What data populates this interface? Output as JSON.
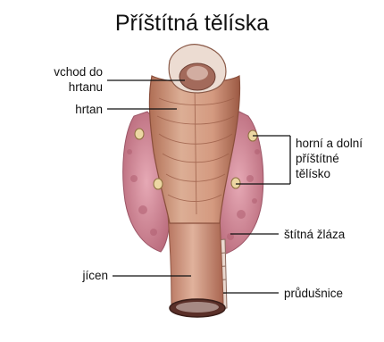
{
  "title": "Příštítná tělíska",
  "labels": {
    "vchod_line1": "vchod do",
    "vchod_line2": "hrtanu",
    "hrtan": "hrtan",
    "horni_line1": "horní a dolní",
    "horni_line2": "příštítné",
    "horni_line3": "tělísko",
    "stitna": "štítná žláza",
    "jicen": "jícen",
    "prudusnice": "průdušnice"
  },
  "colors": {
    "thyroid": "#c9808f",
    "larynx": "#d9a58c",
    "larynx_dark": "#a8654e",
    "esophagus": "#d39a83",
    "parathyroid": "#e8d3a0",
    "leader": "#111111"
  }
}
